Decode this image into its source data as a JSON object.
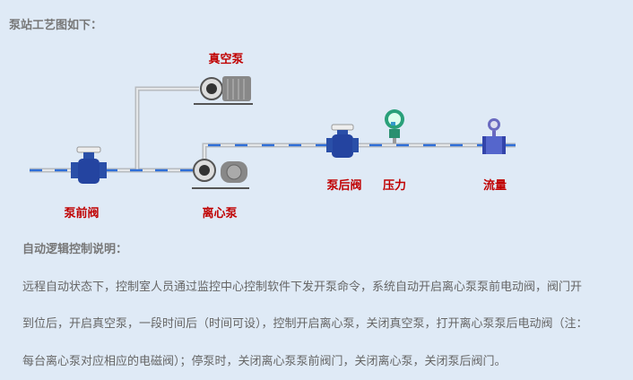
{
  "title": "泵站工艺图如下：",
  "diagram": {
    "labels": {
      "vacuum_pump": "真空泵",
      "pre_valve": "泵前阀",
      "centrifugal_pump": "离心泵",
      "post_valve": "泵后阀",
      "pressure": "压力",
      "flow": "流量"
    },
    "colors": {
      "pipe": "#c8ccd0",
      "flow": "#2f6fd8",
      "label": "#c00000"
    }
  },
  "section_title": "自动逻辑控制说明：",
  "lines": [
    "远程自动状态下，控制室人员通过监控中心控制软件下发开泵命令，系统自动开启离心泵泵前电动阀，阀门开",
    "到位后，开启真空泵，一段时间后（时间可设），控制开启离心泵，关闭真空泵，打开离心泵泵后电动阀（注：",
    "每台离心泵对应相应的电磁阀）；停泵时，关闭离心泵泵前阀门，关闭离心泵，关闭泵后阀门。"
  ]
}
